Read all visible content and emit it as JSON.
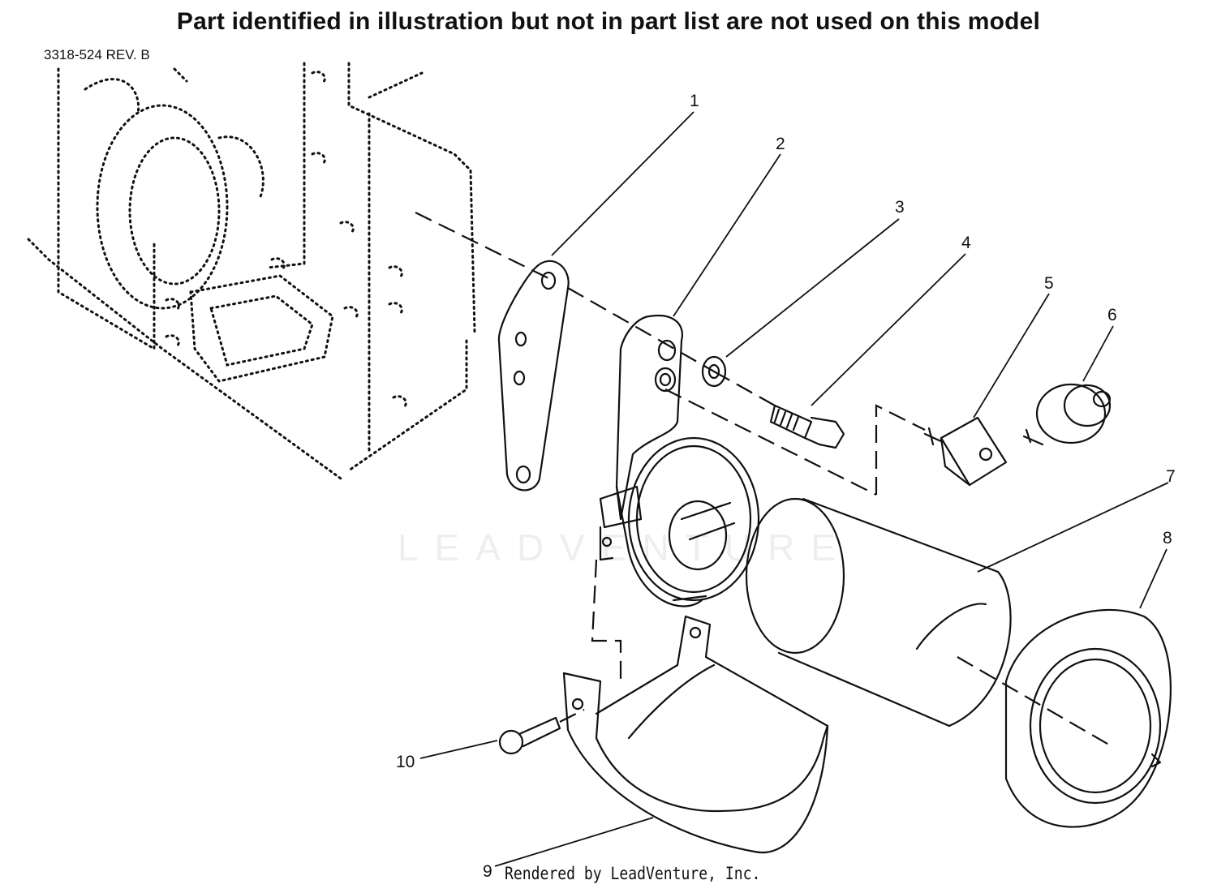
{
  "header_note": "Part identified in illustration but not in part list are not used on this model",
  "drawing_number": "3318-524 REV. B",
  "watermark_text": "LEADVENTURE",
  "footer": "Rendered by LeadVenture, Inc.",
  "callouts": [
    {
      "id": "1",
      "label": "1"
    },
    {
      "id": "2",
      "label": "2"
    },
    {
      "id": "3",
      "label": "3"
    },
    {
      "id": "4",
      "label": "4"
    },
    {
      "id": "5",
      "label": "5"
    },
    {
      "id": "6",
      "label": "6"
    },
    {
      "id": "7",
      "label": "7"
    },
    {
      "id": "8",
      "label": "8"
    },
    {
      "id": "9",
      "label": "9"
    },
    {
      "id": "10",
      "label": "10"
    }
  ],
  "colors": {
    "ink": "#111111",
    "background": "#ffffff"
  }
}
